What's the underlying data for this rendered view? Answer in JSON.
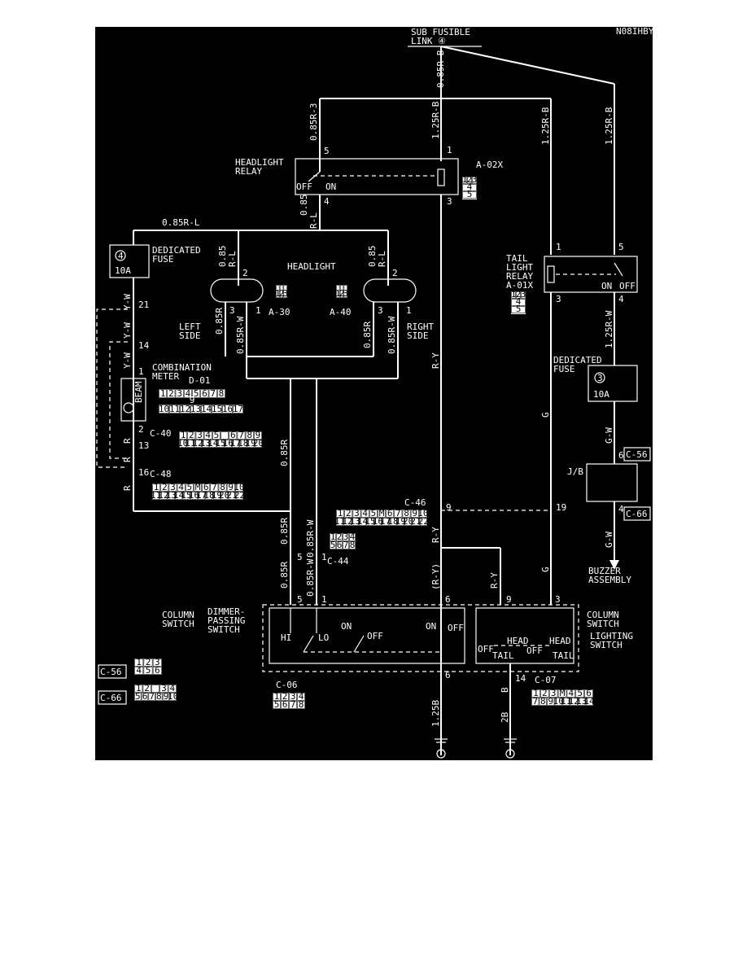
{
  "header": {
    "code": "N08IHBY",
    "sub_fusible_line1": "SUB FUSIBLE",
    "sub_fusible_line2": "LINK ④"
  },
  "wires": {
    "w085RB": "0.85R-B",
    "w085R3": "0.85R-3",
    "w125RB_a": "1.25R-B",
    "w125RB_b": "1.25R-B",
    "w125RB_c": "1.25R-B",
    "w085RL_h": "0.85R-L",
    "w085_a": "0.85",
    "wRL_a": "R-L",
    "w085_b": "0.85",
    "wRL_b": "R-L",
    "w085_c": "0.85",
    "wRL_c": "R-L",
    "wYW_a": "Y-W",
    "wYW_b": "Y-W",
    "wYW_c": "Y-W",
    "w085R_l": "0.85R",
    "w085RW_l": "0.85R-W",
    "w085R_r": "0.85R",
    "w085RW_r": "0.85R-W",
    "wRY": "R-Y",
    "wG_a": "G",
    "wG_b": "G",
    "w125RW": "1.25R-W",
    "wR_a": "R",
    "wR_b": "R",
    "wR_c": "R",
    "w085R_mid": "0.85R",
    "w085R_c1": "0.85R",
    "w085RW_c1": "0.85R-W",
    "w085R_c2": "0.85R",
    "w085RW_c2": "0.85R-W",
    "wRY_p": "(R-Y)",
    "wRY_b": "R-Y",
    "wGW_a": "G-W",
    "wGW_b": "G-W",
    "w125B": "1.25B",
    "w2B": "2B",
    "wB": "B"
  },
  "components": {
    "headlight_relay_line1": "HEADLIGHT",
    "headlight_relay_line2": "RELAY",
    "a02x": "A-02X",
    "relay_off": "OFF",
    "relay_on": "ON",
    "headlight": "HEADLIGHT",
    "dedicated_fuse1_line1": "DEDICATED",
    "dedicated_fuse1_line2": "FUSE",
    "fuse_num1": "4",
    "fuse_amp1": "10A",
    "left_side_line1": "LEFT",
    "left_side_line2": "SIDE",
    "right_side_line1": "RIGHT",
    "right_side_line2": "SIDE",
    "a30": "A-30",
    "a40": "A-40",
    "combination_meter_line1": "COMBINATION",
    "combination_meter_line2": "METER",
    "d01": "D-01",
    "beam": "BEAM",
    "c40": "C-40",
    "c48": "C-48",
    "c46": "C-46",
    "c44": "C-44",
    "tail_relay_line1": "TAIL",
    "tail_relay_line2": "LIGHT",
    "tail_relay_line3": "RELAY",
    "a01x": "A-01X",
    "tail_on": "ON",
    "tail_off": "OFF",
    "dedicated_fuse2_line1": "DEDICATED",
    "dedicated_fuse2_line2": "FUSE",
    "fuse_num2": "3",
    "fuse_amp2": "10A",
    "jb": "J/B",
    "c56": "C-56",
    "c66": "C-66",
    "buzzer_line1": "BUZZER",
    "buzzer_line2": "ASSEMBLY",
    "col_switch_l1": "COLUMN",
    "col_switch_l2": "SWITCH",
    "dimmer_l1": "DIMMER-",
    "dimmer_l2": "PASSING",
    "dimmer_l3": "SWITCH",
    "hi": "HI",
    "lo": "LO",
    "sw_on1": "ON",
    "sw_off1": "OFF",
    "sw_on2": "ON",
    "sw_off2": "OFF",
    "c06": "C-06",
    "col_switch_r1": "COLUMN",
    "col_switch_r2": "SWITCH",
    "lighting_l1": "LIGHTING",
    "lighting_l2": "SWITCH",
    "off_a": "OFF",
    "head_a": "HEAD",
    "tail_a": "TAIL",
    "off_b": "OFF",
    "head_b": "HEAD",
    "tail_b": "TAIL",
    "c07": "C-07",
    "c56_legend": "C-56",
    "c66_legend": "C-66"
  },
  "pins": {
    "p5": "5",
    "p1": "1",
    "p4": "4",
    "p3": "3",
    "p2l": "2",
    "p3l": "3",
    "p1l": "1",
    "p2r": "2",
    "p3r": "3",
    "p1r": "1",
    "p21": "21",
    "p14": "14",
    "p1m": "1",
    "p2m": "2",
    "p13": "13",
    "p16": "16",
    "t1": "1",
    "t5": "5",
    "t3": "3",
    "t4": "4",
    "p9": "9",
    "p19": "19",
    "p6j": "6",
    "p4j": "4",
    "c44_5": "5",
    "c44_1": "1",
    "cs5": "5",
    "cs1": "1",
    "cs6": "6",
    "cs6b": "6",
    "ls9": "9",
    "ls3": "3",
    "ls14": "14"
  },
  "connector_grids": {
    "d01_top": [
      "1",
      "2",
      "3",
      "4",
      "5",
      "6",
      "7",
      "8"
    ],
    "d01_mid": [
      "9"
    ],
    "d01_bot": [
      "10",
      "11",
      "12",
      "13",
      "14",
      "15",
      "16",
      "17"
    ],
    "c40_top": [
      "1",
      "2",
      "3",
      "4",
      "5",
      "",
      "6",
      "7",
      "8",
      "9"
    ],
    "c40_bot": [
      "10",
      "11",
      "12",
      "13",
      "14",
      "15",
      "16",
      "17",
      "18",
      "19",
      "20"
    ],
    "c48_top": [
      "1",
      "2",
      "3",
      "4",
      "5",
      "M",
      "6",
      "7",
      "8",
      "9",
      "10"
    ],
    "c48_bot": [
      "11",
      "12",
      "13",
      "14",
      "15",
      "16",
      "17",
      "18",
      "19",
      "20",
      "21",
      "22"
    ],
    "c46_top": [
      "1",
      "2",
      "3",
      "4",
      "5",
      "M",
      "6",
      "7",
      "8",
      "9",
      "10"
    ],
    "c46_bot": [
      "11",
      "12",
      "13",
      "14",
      "15",
      "16",
      "17",
      "18",
      "19",
      "20",
      "21",
      "22"
    ],
    "c44_top": [
      "1",
      "2",
      "3",
      "4"
    ],
    "c44_bot": [
      "5",
      "6",
      "7",
      "8"
    ],
    "c06_top": [
      "1",
      "2",
      "3",
      "4"
    ],
    "c06_bot": [
      "5",
      "6",
      "7",
      "8"
    ],
    "c07_top": [
      "1",
      "2",
      "3",
      "M",
      "4",
      "5",
      "6"
    ],
    "c07_bot": [
      "7",
      "8",
      "9",
      "10",
      "11",
      "12",
      "13",
      "14"
    ],
    "c56_top": [
      "1",
      "2",
      "3"
    ],
    "c56_bot": [
      "4",
      "5",
      "6"
    ],
    "c66_top": [
      "1",
      "2",
      "",
      "3",
      "4"
    ],
    "c66_bot": [
      "5",
      "6",
      "7",
      "8",
      "9",
      "10"
    ],
    "a02x_top": [
      "1",
      "2",
      "3"
    ],
    "a02x_mid": [
      "4"
    ],
    "a02x_bot": [
      "5"
    ],
    "a01x_top": [
      "1",
      "2",
      "3"
    ],
    "a01x_mid": [
      "4"
    ],
    "a01x_bot": [
      "5"
    ],
    "a30": [
      "1",
      "2",
      "3"
    ],
    "a40": [
      "1",
      "2",
      "3"
    ]
  }
}
